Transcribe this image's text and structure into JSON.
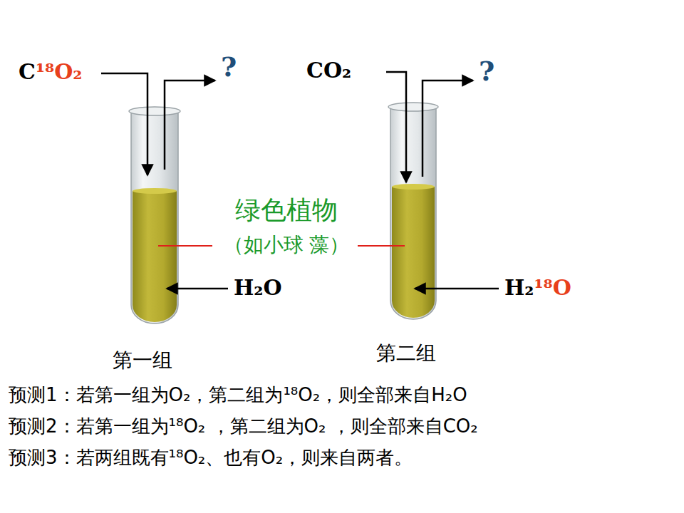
{
  "diagram": {
    "labels": [
      "C¹⁸O₂",
      "?",
      "CO₂",
      "?",
      "绿色植物",
      "（如小球 藻）",
      "H₂O",
      "H₂¹⁸O",
      "第一组",
      "第二组",
      "预测1：若第一组为O₂，第二组为¹⁸O₂，则全部来自H₂O",
      "预测2：若第一组为¹⁸O₂ ，第二组为O₂ ，则全部来自CO₂",
      "预测3：若两组既有¹⁸O₂、也有O₂，则来自两者。"
    ]
  }
}
